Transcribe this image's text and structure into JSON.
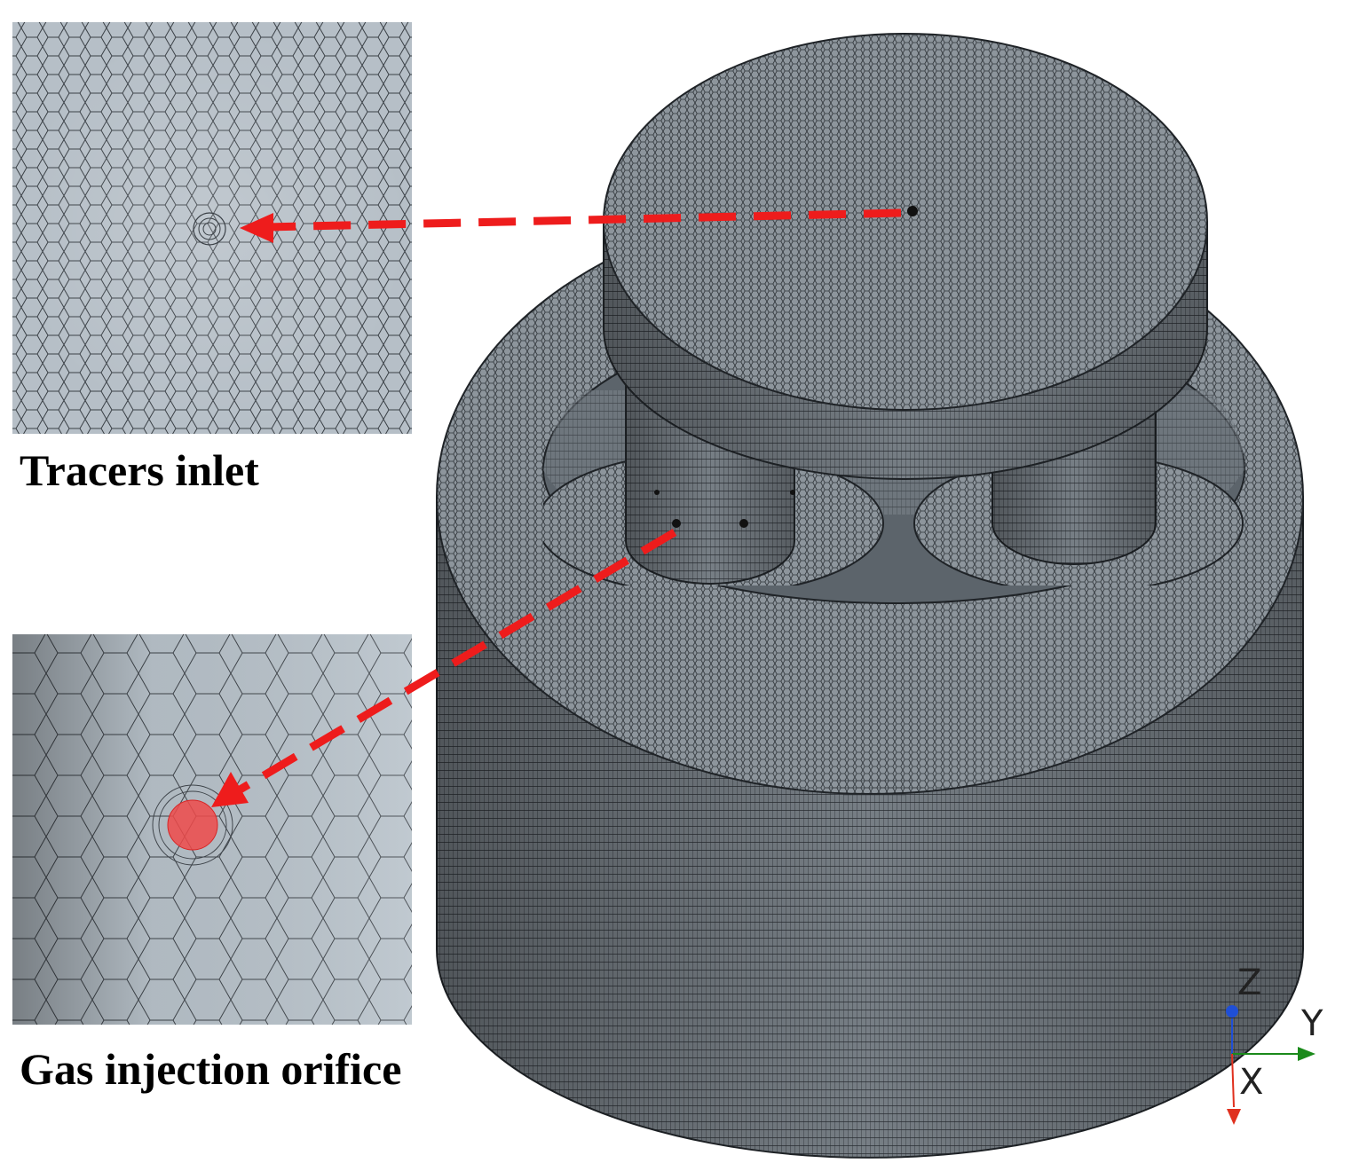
{
  "labels": {
    "tracers_inlet": "Tracers inlet",
    "gas_injection_orifice": "Gas injection orifice"
  },
  "axes": {
    "z": "Z",
    "y": "Y",
    "x": "X",
    "z_color": "#1f4fd6",
    "y_color": "#1a8a1a",
    "x_color": "#e0301e"
  },
  "colors": {
    "mesh_fill": "#8a9299",
    "mesh_line": "#2a2f34",
    "inset_fill": "#b5bec6",
    "arrow": "#ee1c1c",
    "orifice_marker": "#f04a4a"
  }
}
